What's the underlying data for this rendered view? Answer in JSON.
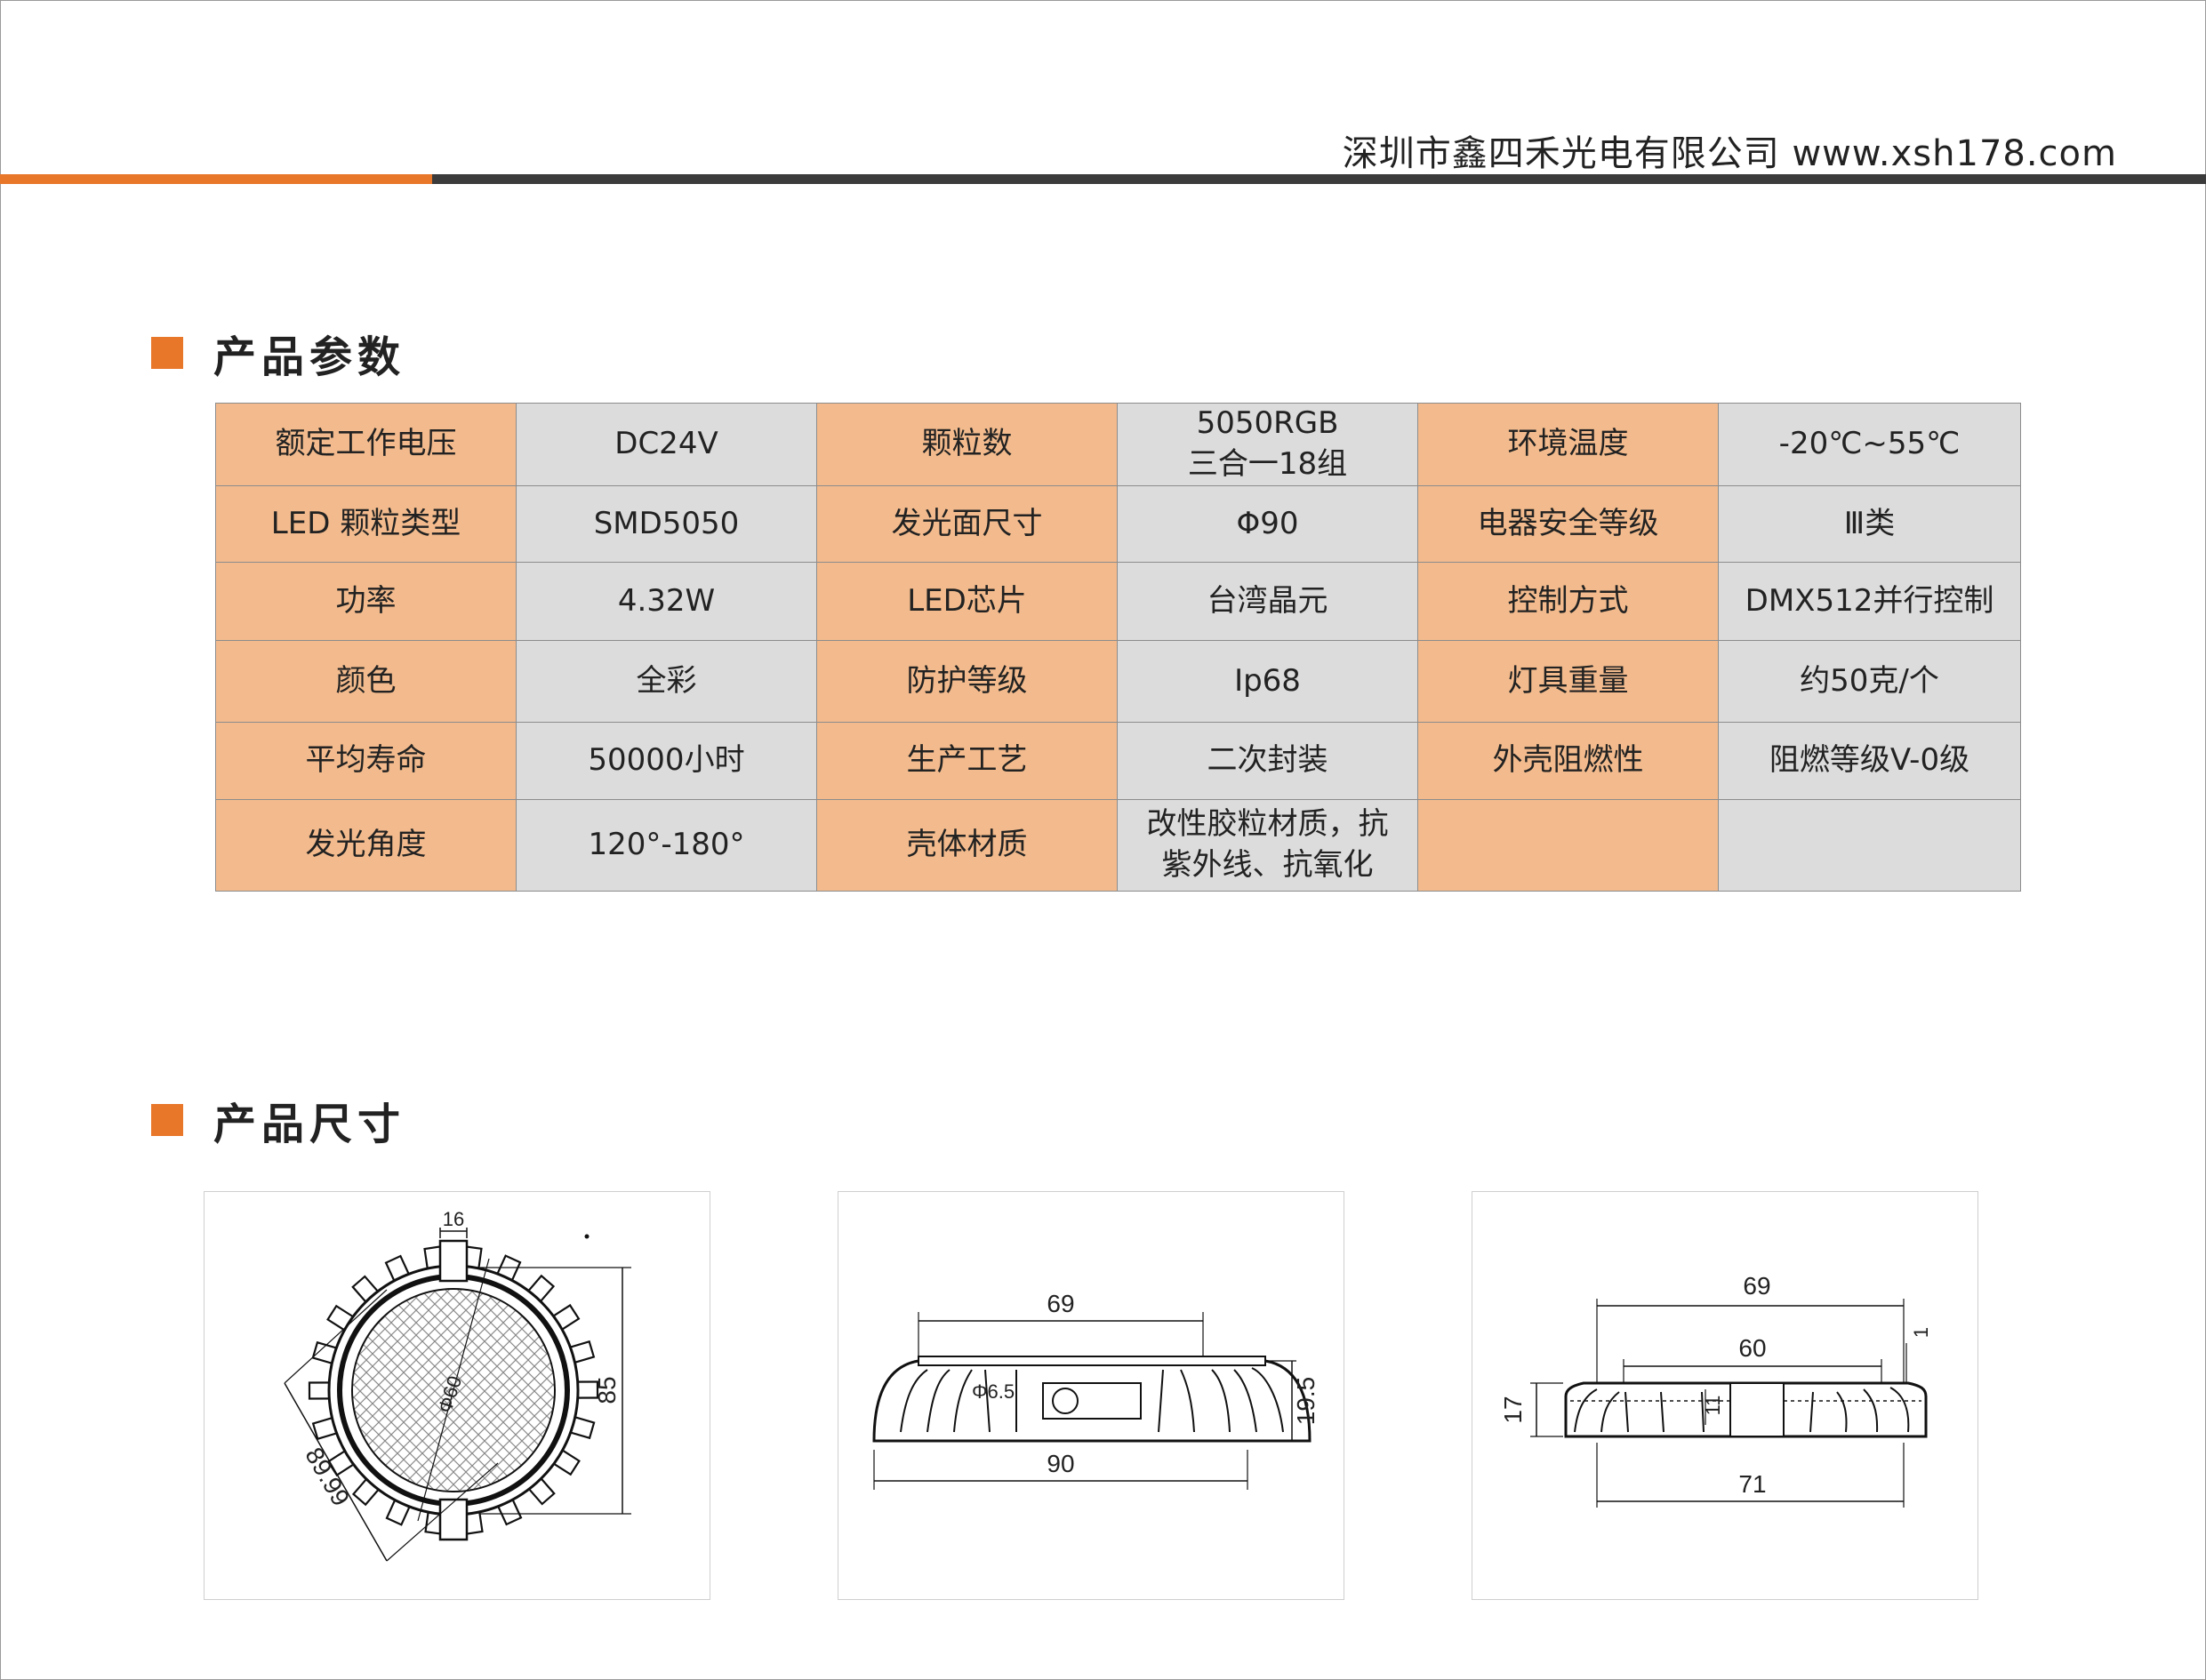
{
  "header": {
    "company": "深圳市鑫四禾光电有限公司  www.xsh178.com"
  },
  "sections": {
    "params_title": "产品参数",
    "dims_title": "产品尺寸"
  },
  "params": {
    "rows": [
      [
        {
          "k": "额定工作电压",
          "v": "DC24V"
        },
        {
          "k": "颗粒数",
          "v": "5050RGB\n三合一18组"
        },
        {
          "k": "环境温度",
          "v": "-20℃~55℃"
        }
      ],
      [
        {
          "k": "LED 颗粒类型",
          "v": "SMD5050"
        },
        {
          "k": "发光面尺寸",
          "v": "Φ90"
        },
        {
          "k": "电器安全等级",
          "v": "Ⅲ类"
        }
      ],
      [
        {
          "k": "功率",
          "v": "4.32W"
        },
        {
          "k": "LED芯片",
          "v": "台湾晶元"
        },
        {
          "k": "控制方式",
          "v": "DMX512并行控制"
        }
      ],
      [
        {
          "k": "颜色",
          "v": "全彩"
        },
        {
          "k": "防护等级",
          "v": "Ip68"
        },
        {
          "k": "灯具重量",
          "v": "约50克/个"
        }
      ],
      [
        {
          "k": "平均寿命",
          "v": "50000小时"
        },
        {
          "k": "生产工艺",
          "v": "二次封装"
        },
        {
          "k": "外壳阻燃性",
          "v": "阻燃等级V-0级"
        }
      ],
      [
        {
          "k": "发光角度",
          "v": "120°-180°"
        },
        {
          "k": "壳体材质",
          "v": "改性胶粒材质，抗\n紫外线、抗氧化"
        },
        {
          "k": "",
          "v": ""
        }
      ]
    ]
  },
  "drawings": {
    "top": {
      "d16": "16",
      "d85": "85",
      "d60": "Φ60",
      "d8999": "89.99"
    },
    "side": {
      "d69": "69",
      "d90": "90",
      "d195": "19.5",
      "d65": "Φ6.5"
    },
    "front": {
      "d69": "69",
      "d60": "60",
      "d71": "71",
      "d17": "17",
      "d1": "1",
      "d11": "11"
    }
  }
}
